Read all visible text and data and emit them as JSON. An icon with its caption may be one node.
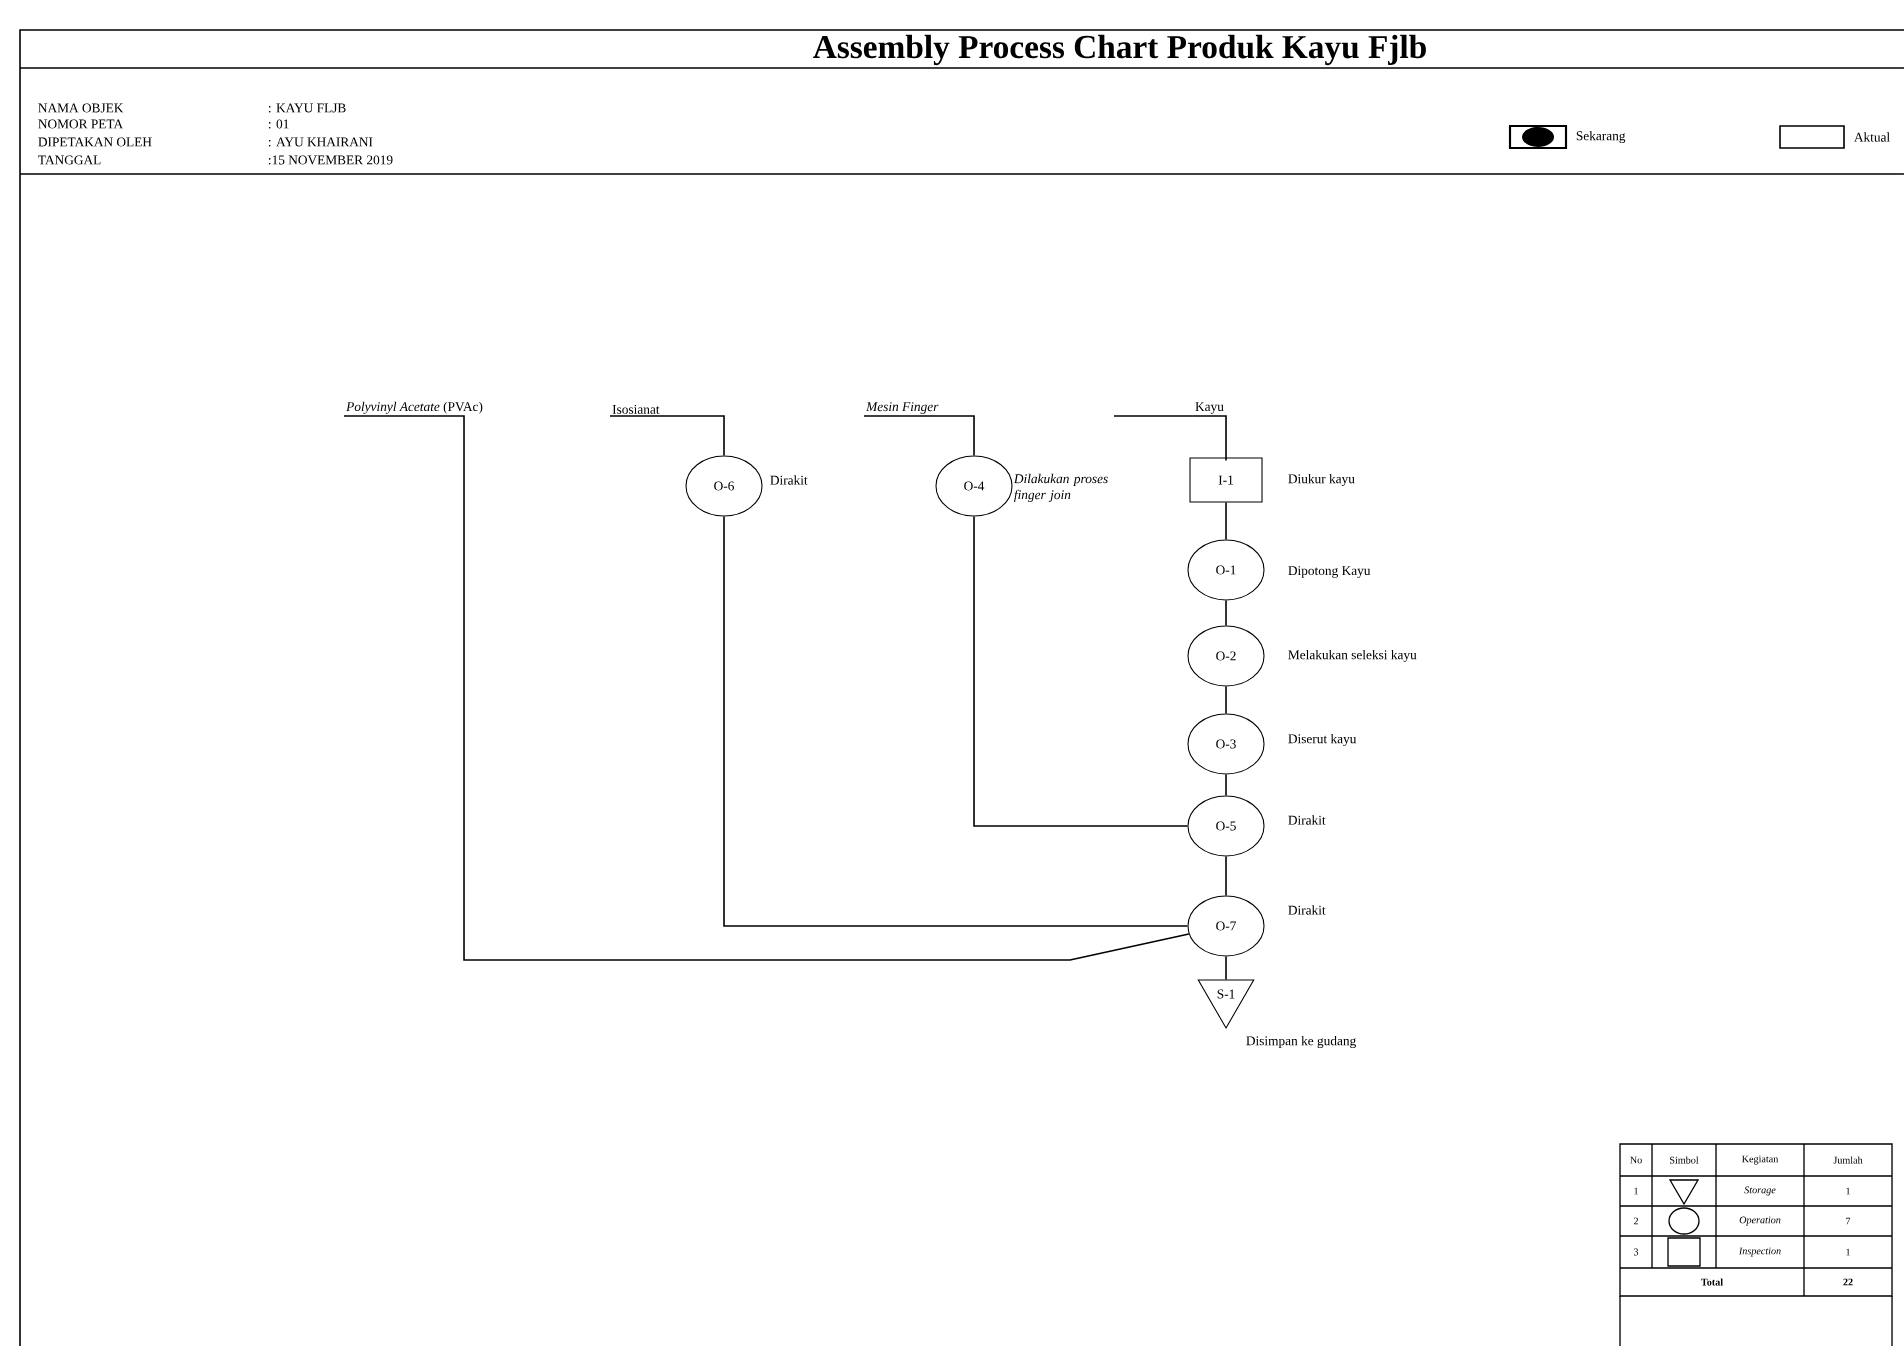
{
  "diagram": {
    "title": "Assembly Process Chart Produk Kayu Fjlb",
    "nodes": [
      {
        "text": [
          "*Polyvinyl Acetate* (PVAc)"
        ]
      },
      {
        "text": [
          "Isosianat"
        ]
      },
      {
        "text": [
          "Mesin Finger"
        ]
      },
      {
        "text": [
          "Kayu"
        ]
      },
      {
        "text": [
          "O-6"
        ],
        "beside": [
          "Dirakit"
        ]
      },
      {
        "text": [
          "O-4"
        ],
        "beside": [
          "Dilakukan proses finger join"
        ]
      },
      {
        "text": [
          "I-1"
        ],
        "beside": [
          "Diukur kayu"
        ]
      },
      {
        "text": [
          "O-1"
        ],
        "beside": [
          "Dipotong Kayu"
        ]
      },
      {
        "text": [
          "O-2"
        ],
        "beside": [
          "Melakukan seleksi kayu"
        ]
      },
      {
        "text": [
          "O-3"
        ],
        "beside": [
          "Diserut kayu"
        ]
      },
      {
        "text": [
          "O-5"
        ],
        "beside": [
          "Dirakit"
        ]
      },
      {
        "text": [
          "O-7"
        ],
        "beside": [
          "Dirakit"
        ]
      },
      {
        "text": [
          "S-1"
        ],
        "beside": [
          "Disimpan ke gudang"
        ]
      }
    ],
    "edges": [
      {
        "from": 0,
        "to": 11,
        "arrow": "none"
      },
      {
        "from": 1,
        "to": 4,
        "arrow": "none"
      },
      {
        "from": 2,
        "to": 5,
        "arrow": "none"
      },
      {
        "from": 3,
        "to": 6,
        "arrow": "none"
      },
      {
        "from": 4,
        "to": 11,
        "arrow": "none"
      },
      {
        "from": 5,
        "to": 10,
        "arrow": "none"
      },
      {
        "from": 6,
        "to": 7,
        "arrow": "none"
      },
      {
        "from": 7,
        "to": 8,
        "arrow": "none"
      },
      {
        "from": 8,
        "to": 9,
        "arrow": "none"
      },
      {
        "from": 9,
        "to": 10,
        "arrow": "none"
      },
      {
        "from": 10,
        "to": 11,
        "arrow": "none"
      },
      {
        "from": 11,
        "to": 12,
        "arrow": "none"
      }
    ],
    "labels": [
      "NAMA OBJEK",
      ": KAYU FLJB",
      "NOMOR PETA",
      ": 01",
      "DIPETAKAN OLEH",
      ": AYU KHAIRANI",
      "TANGGAL",
      ":15 NOVEMBER 2019",
      "No",
      "Simbol",
      "Kegiatan",
      "Jumlah",
      "1",
      "Storage",
      "1",
      "2",
      "Operation",
      "7",
      "3",
      "Inspection",
      "1",
      "Total",
      "22"
    ],
    "legend": [
      {
        "text": "Sekarang"
      },
      {
        "text": "Aktual"
      }
    ]
  }
}
